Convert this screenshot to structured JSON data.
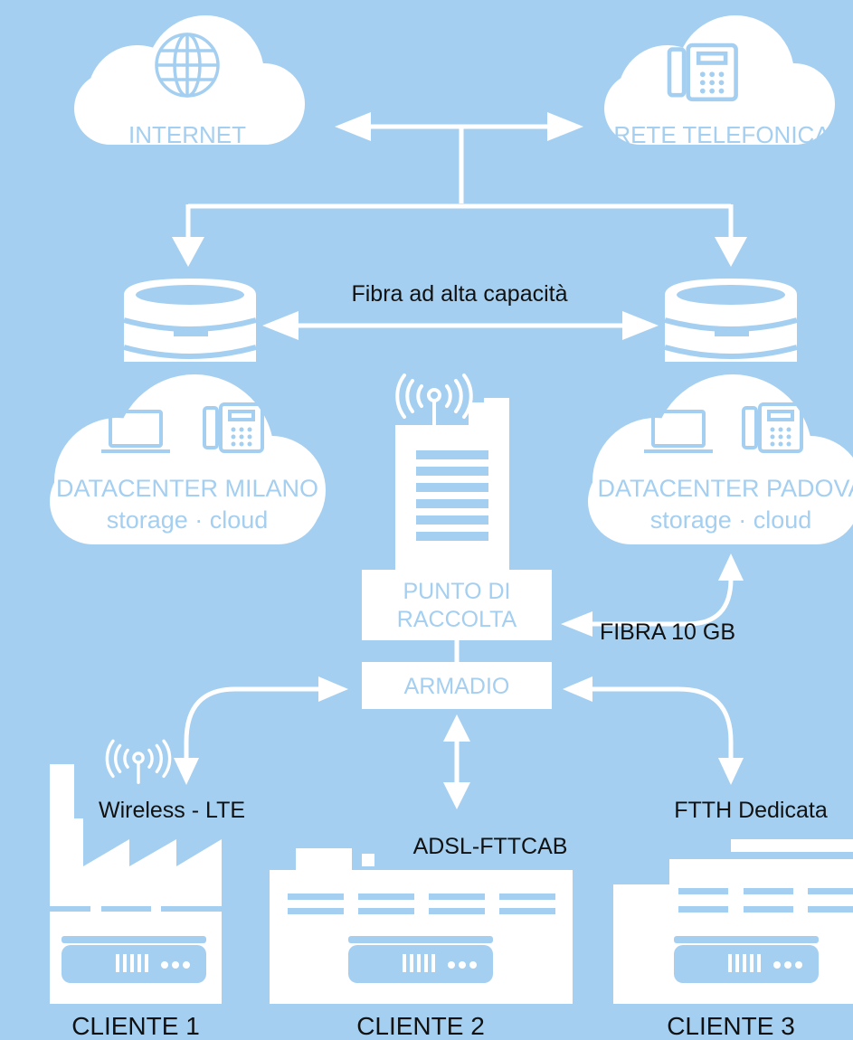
{
  "colors": {
    "background": "#a4cff0",
    "foreground": "#ffffff",
    "text_dark": "#111111"
  },
  "nodes": {
    "internet": {
      "label": "INTERNET",
      "icon": "globe-icon"
    },
    "phone_network": {
      "label": "RETE TELEFONICA",
      "icon": "desk-phone-icon"
    },
    "dc_milano": {
      "title": "DATACENTER MILANO",
      "subtitle": "storage · cloud",
      "icons": [
        "database-icon",
        "laptop-icon",
        "desk-phone-icon"
      ]
    },
    "dc_padova": {
      "title": "DATACENTER PADOVA",
      "subtitle": "storage · cloud",
      "icons": [
        "database-icon",
        "laptop-icon",
        "desk-phone-icon"
      ]
    },
    "punto_raccolta": {
      "line1": "PUNTO DI",
      "line2": "RACCOLTA",
      "icon": "antenna-icon"
    },
    "armadio": {
      "label": "ARMADIO"
    },
    "cliente1": {
      "label": "CLIENTE 1",
      "icon": "factory-icon"
    },
    "cliente2": {
      "label": "CLIENTE 2",
      "icon": "office-building-icon"
    },
    "cliente3": {
      "label": "CLIENTE 3",
      "icon": "building-icon"
    }
  },
  "links": {
    "fibra_alta": "Fibra ad alta capacità",
    "fibra_10gb": "FIBRA 10 GB",
    "wireless": "Wireless - LTE",
    "adsl": "ADSL-FTTCAB",
    "ftth": "FTTH Dedicata"
  }
}
